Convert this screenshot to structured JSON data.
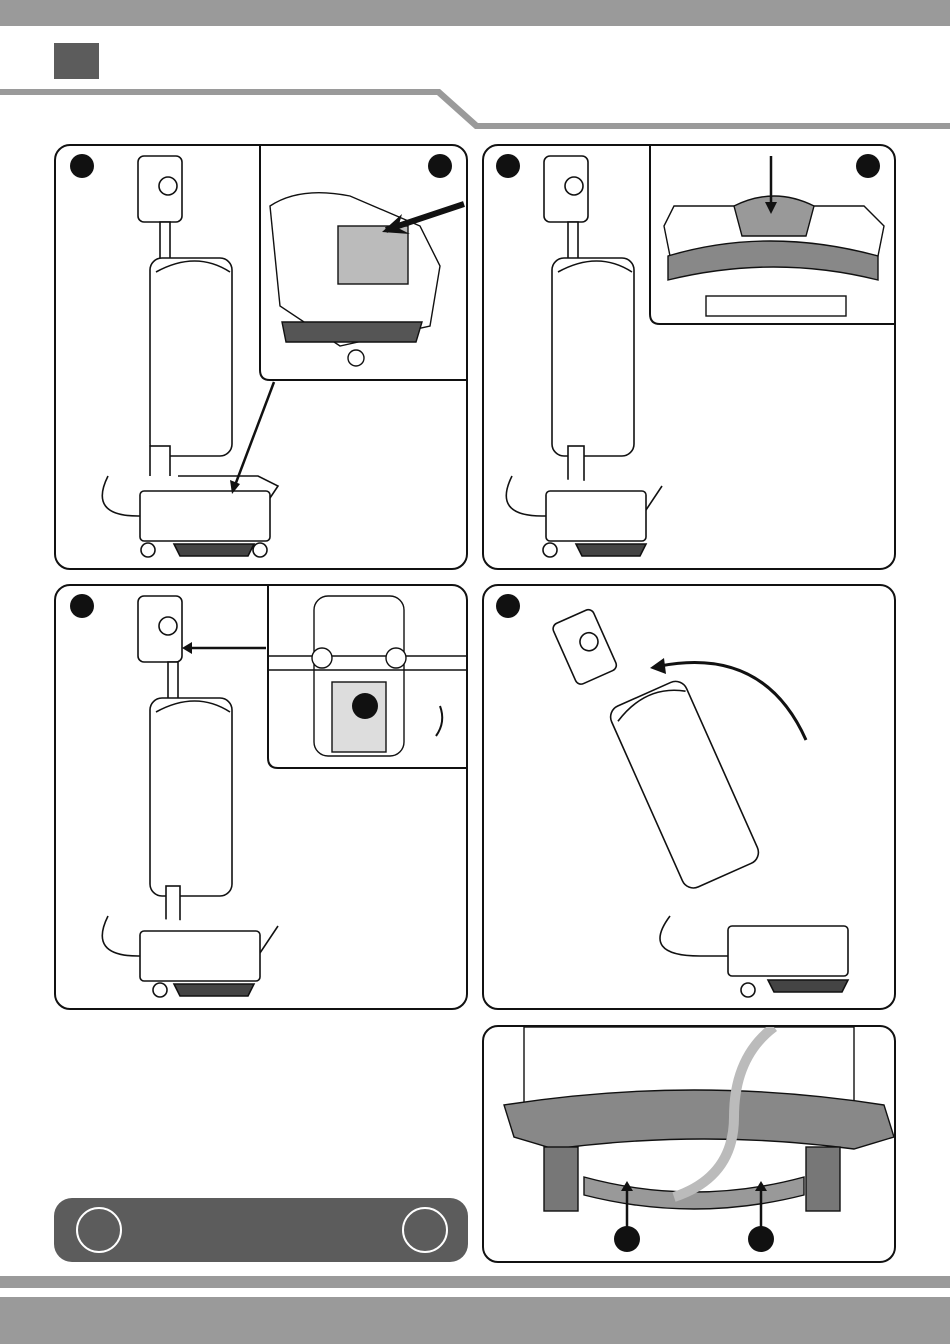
{
  "page": {
    "header_color": "#9a9a9a",
    "accent_square_color": "#5c5c5c"
  },
  "panels": [
    {
      "name": "step-panel-1",
      "marker_color": "#111111"
    },
    {
      "name": "step-panel-2",
      "marker_color": "#111111"
    },
    {
      "name": "step-panel-3",
      "marker_color": "#111111"
    },
    {
      "name": "step-panel-4",
      "marker_color": "#111111"
    },
    {
      "name": "step-panel-5",
      "marker_color": "#111111"
    }
  ],
  "note_box": {
    "color": "#5c5c5c"
  },
  "icons": [
    "arrow-icon",
    "rotate-arrow-icon",
    "step-marker-icon"
  ]
}
